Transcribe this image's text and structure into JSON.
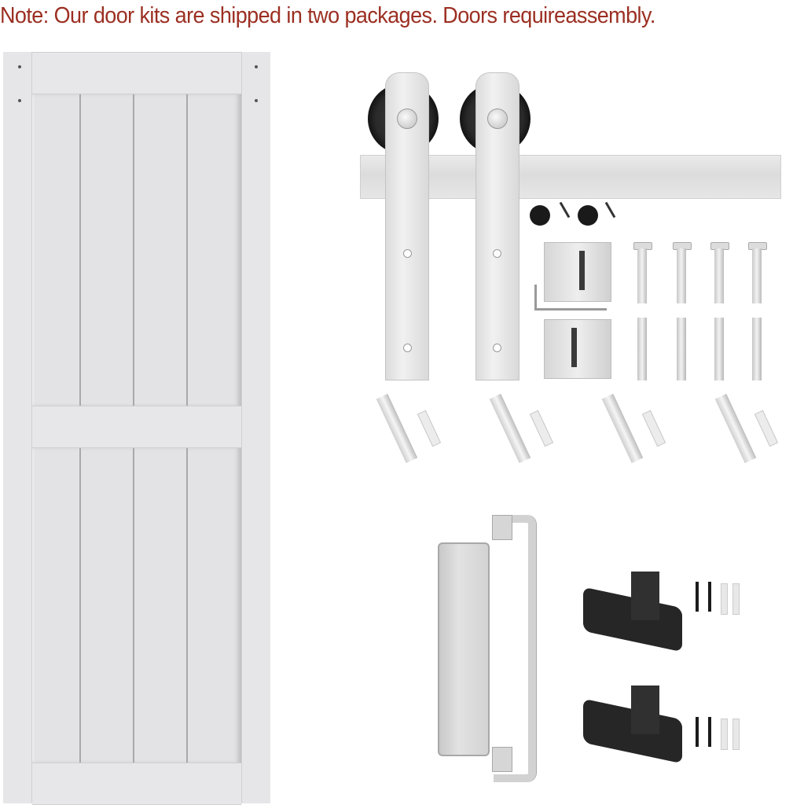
{
  "note": {
    "text": "Note: Our door kits are shipped in two packages. Doors requireassembly.",
    "color": "#9b2f22"
  },
  "product": {
    "door": {
      "color": "#e4e4e6",
      "style": "2-panel shaker with 4 vertical planks per panel",
      "panel_count": 2,
      "planks_per_panel": 4
    },
    "hardware_kit": {
      "finish": "brushed stainless steel",
      "items": [
        {
          "name": "track rail",
          "quantity": 1
        },
        {
          "name": "hanger strap with roller wheel",
          "quantity": 2
        },
        {
          "name": "round stopper with screw",
          "quantity": 2
        },
        {
          "name": "door guide block",
          "quantity": 2
        },
        {
          "name": "allen wrench",
          "quantity": 1
        },
        {
          "name": "T-pin",
          "quantity": 4
        },
        {
          "name": "door bolt with nut",
          "quantity": 4
        },
        {
          "name": "lag screw with spacer and anchor",
          "quantity": 4
        }
      ]
    },
    "accessories": {
      "items": [
        {
          "name": "pull handle with backplate",
          "quantity": 1
        },
        {
          "name": "floor guide (black)",
          "quantity": 2
        },
        {
          "name": "black screw",
          "quantity": 4
        },
        {
          "name": "wall anchor",
          "quantity": 4
        }
      ],
      "accent_black": "#262626"
    }
  }
}
